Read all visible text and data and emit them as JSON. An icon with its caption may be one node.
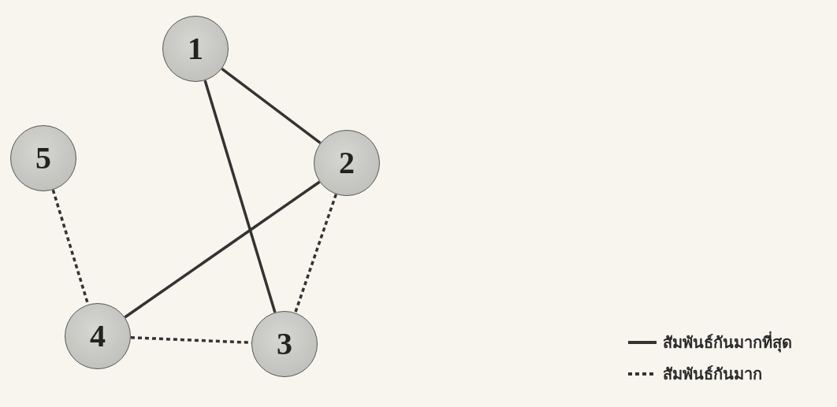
{
  "diagram": {
    "nodes": [
      {
        "text": [
          "1"
        ]
      },
      {
        "text": [
          "2"
        ]
      },
      {
        "text": [
          "3"
        ]
      },
      {
        "text": [
          "4"
        ]
      },
      {
        "text": [
          "5"
        ]
      }
    ],
    "edges": [
      {
        "from": 0,
        "to": 1,
        "arrow": "none"
      },
      {
        "from": 0,
        "to": 2,
        "arrow": "none"
      },
      {
        "from": 1,
        "to": 3,
        "arrow": "none"
      },
      {
        "from": 1,
        "to": 2,
        "arrow": "none",
        "style": "dashed"
      },
      {
        "from": 3,
        "to": 2,
        "arrow": "none",
        "style": "dashed"
      },
      {
        "from": 4,
        "to": 3,
        "arrow": "none",
        "style": "dashed"
      }
    ],
    "legend": [
      {
        "text": "สัมพันธ์กันมากที่สุด"
      },
      {
        "text": "สัมพันธ์กันมาก"
      }
    ]
  }
}
